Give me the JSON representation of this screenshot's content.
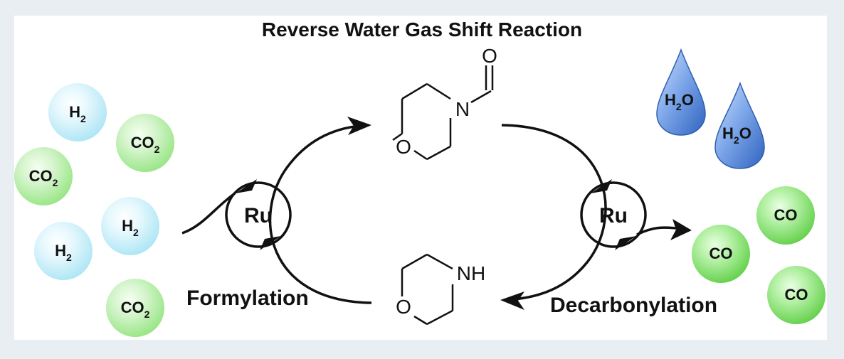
{
  "title": "Reverse Water Gas Shift Reaction",
  "steps": {
    "left": "Formylation",
    "right": "Decarbonylation"
  },
  "catalyst": "Ru",
  "formamide": {
    "n_label": "N",
    "o_label": "O",
    "carbonyl_o": "O"
  },
  "morpholine": {
    "nh_label": "NH",
    "o_label": "O"
  },
  "reactants": [
    {
      "name": "H",
      "sub": "2"
    },
    {
      "name": "CO",
      "sub": "2"
    },
    {
      "name": "CO",
      "sub": "2"
    },
    {
      "name": "H",
      "sub": "2"
    },
    {
      "name": "H",
      "sub": "2"
    },
    {
      "name": "CO",
      "sub": "2"
    }
  ],
  "water": [
    {
      "pre": "H",
      "sub": "2",
      "post": "O"
    },
    {
      "pre": "H",
      "sub": "2",
      "post": "O"
    }
  ],
  "products": [
    "CO",
    "CO",
    "CO"
  ],
  "colors": {
    "h2": "#b5e8f6",
    "co2": "#9ee78c",
    "co": "#5ac93e",
    "water": "#3f74cc",
    "arrow": "#111111"
  }
}
